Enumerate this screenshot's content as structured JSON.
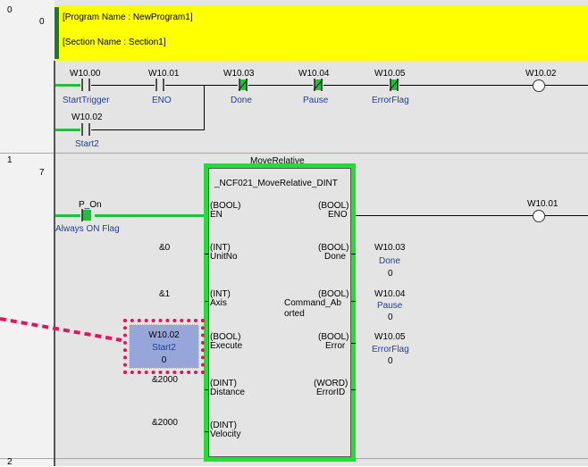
{
  "rungs": [
    {
      "number": "0",
      "step": "0"
    },
    {
      "number": "1",
      "step": "7"
    },
    {
      "number": "2",
      "step": ""
    }
  ],
  "header": {
    "program_name": "[Program Name : NewProgram1]",
    "section_name": "[Section Name : Section1]"
  },
  "rung0": {
    "contacts": [
      {
        "address": "W10.00",
        "comment": "StartTrigger",
        "type": "no"
      },
      {
        "address": "W10.01",
        "comment": "ENO",
        "type": "no"
      },
      {
        "address": "W10.03",
        "comment": "Done",
        "type": "nc"
      },
      {
        "address": "W10.04",
        "comment": "Pause",
        "type": "nc"
      },
      {
        "address": "W10.05",
        "comment": "ErrorFlag",
        "type": "nc"
      },
      {
        "address": "W10.02",
        "comment": "Start2",
        "type": "no"
      }
    ],
    "coil": {
      "address": "W10.02"
    }
  },
  "rung1": {
    "contact": {
      "address": "P_On",
      "comment": "Always ON Flag"
    },
    "coil": {
      "address": "W10.01"
    },
    "fb": {
      "instance": "MoveRelative",
      "name": "_NCF021_MoveRelative_DINT",
      "inputs": [
        {
          "type": "(BOOL)",
          "name": "EN",
          "value": ""
        },
        {
          "type": "(INT)",
          "name": "UnitNo",
          "value": "&0"
        },
        {
          "type": "(INT)",
          "name": "Axis",
          "value": "&1"
        },
        {
          "type": "(BOOL)",
          "name": "Execute",
          "value": ""
        },
        {
          "type": "(DINT)",
          "name": "Distance",
          "value": "&2000"
        },
        {
          "type": "(DINT)",
          "name": "Velocity",
          "value": "&2000"
        }
      ],
      "outputs": [
        {
          "type": "(BOOL)",
          "name": "ENO"
        },
        {
          "type": "(BOOL)",
          "name": "Done",
          "address": "W10.03",
          "comment": "Done",
          "value": "0"
        },
        {
          "type": "(BOOL)",
          "name_line1": "Command_Ab",
          "name_line2": "orted",
          "address": "W10.04",
          "comment": "Pause",
          "value": "0"
        },
        {
          "type": "(BOOL)",
          "name": "Error",
          "address": "W10.05",
          "comment": "ErrorFlag",
          "value": "0"
        },
        {
          "type": "(WORD)",
          "name": "ErrorID"
        }
      ],
      "execute_operand": {
        "address": "W10.02",
        "comment": "Start2",
        "value": "0"
      }
    }
  },
  "colors": {
    "energized": "#19c43a",
    "highlight": "#e8115c",
    "comment": "#1e3f9e",
    "section_bg": "#ffff00"
  }
}
